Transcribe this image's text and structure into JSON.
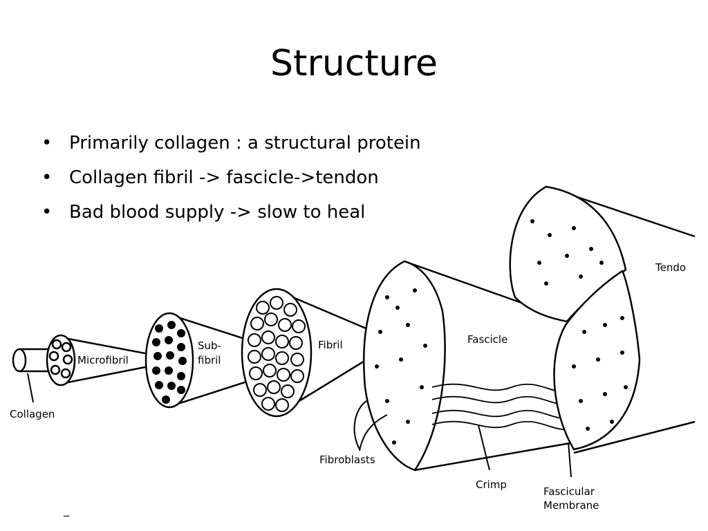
{
  "slide": {
    "title": "Structure",
    "bullets": [
      "Primarily collagen : a structural protein",
      "Collagen fibril -> fascicle->tendon",
      "Bad blood supply -> slow to heal"
    ],
    "footer_mark": "_"
  },
  "diagram": {
    "labels": {
      "collagen": "Collagen",
      "microfibril": "Microfibril",
      "subfibril_line1": "Sub-",
      "subfibril_line2": "fibril",
      "fibril": "Fibril",
      "fascicle": "Fascicle",
      "tendon": "Tendo",
      "fibroblasts": "Fibroblasts",
      "crimp": "Crimp",
      "fascicular_line1": "Fascicular",
      "fascicular_line2": "Membrane"
    }
  }
}
